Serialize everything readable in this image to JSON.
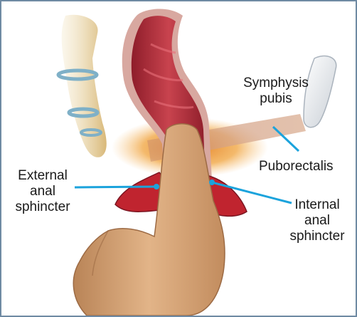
{
  "labels": {
    "symphysis_pubis": [
      "Symphysis",
      "pubis"
    ],
    "puborectalis": "Puborectalis",
    "external_anal_sphincter": [
      "External",
      "anal",
      "sphincter"
    ],
    "internal_anal_sphincter": [
      "Internal",
      "anal",
      "sphincter"
    ]
  },
  "colors": {
    "border": "#6f8aa3",
    "leader_line": "#1ba3dc",
    "rectum": "#b52b3a",
    "sphincter": "#c0242f",
    "puborectalis_glow": "#f0a23a",
    "skin": "#d9a77a",
    "bone": "#e4c890",
    "disc": "#8fb6c9"
  },
  "icons": [
    "coccyx-illustration",
    "rectum-illustration",
    "finger-illustration",
    "pubic-bone-illustration"
  ]
}
